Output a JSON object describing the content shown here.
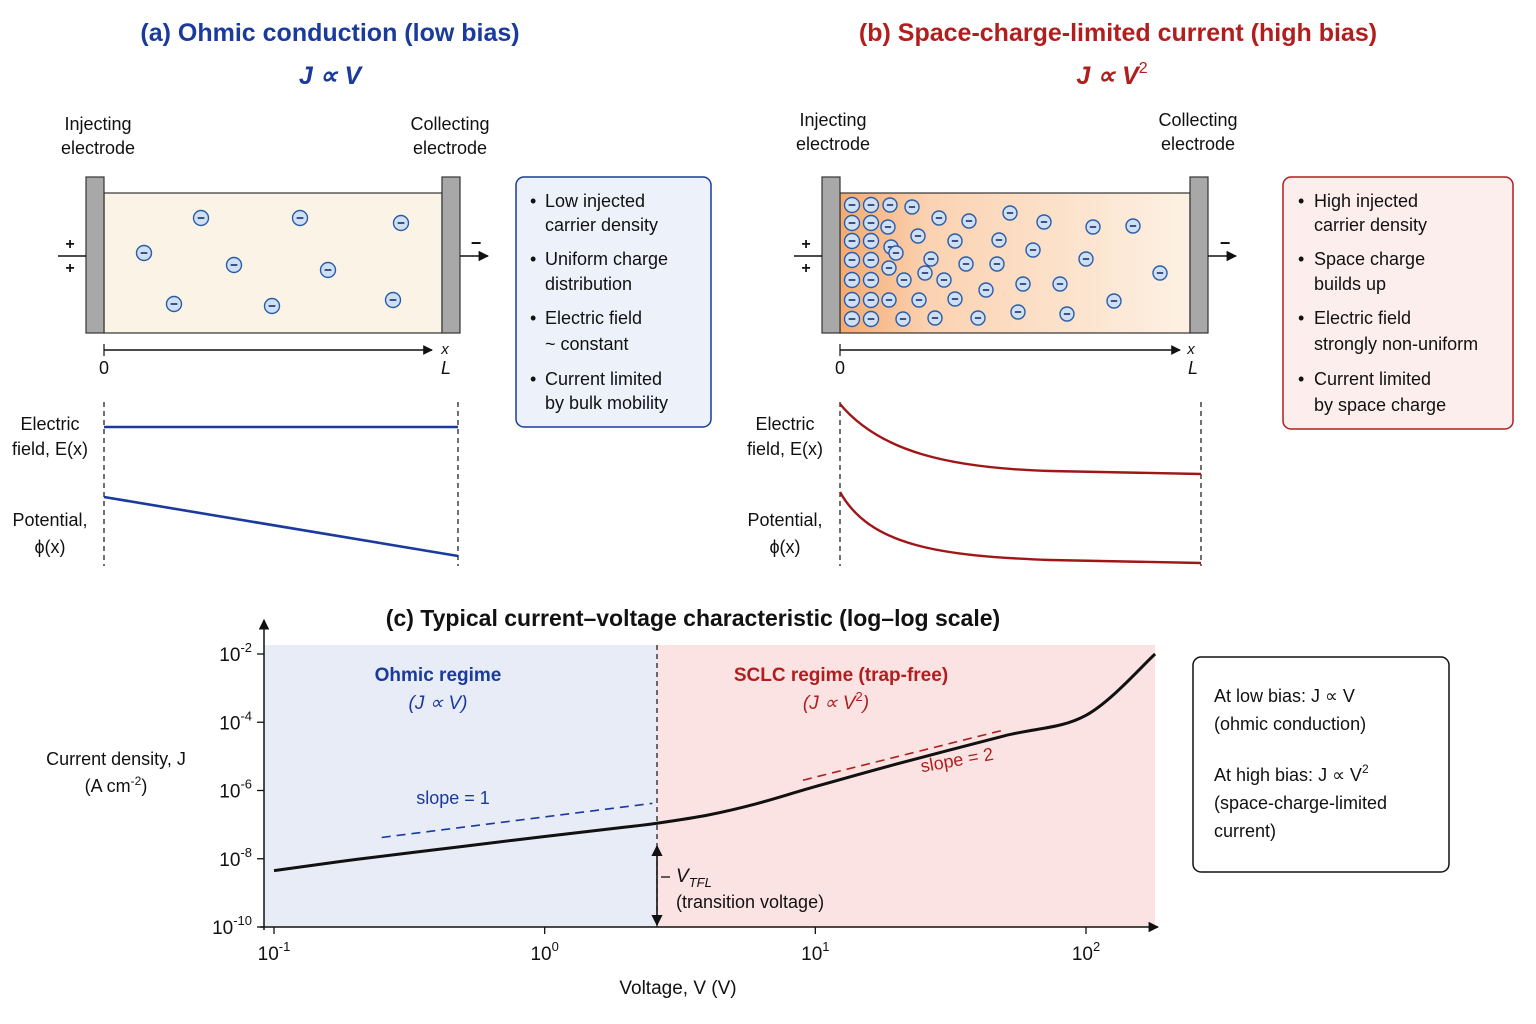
{
  "colors": {
    "blue": "#1a3a9c",
    "red": "#b01e1e",
    "electrode": "#a8a8a8",
    "bulk_a": "#fbf4e6",
    "bulk_b_edge": "#f5a96f",
    "bulk_b_far": "#fdf1e4",
    "ion_fill": "#cfe0f5",
    "ion_stroke": "#2a5ba8",
    "ohmic_region": "#e7ecf6",
    "sclc_region": "#fbe3e3",
    "box_a_bg": "#edf2fa",
    "box_b_bg": "#fdeeee"
  },
  "panel_a": {
    "title": "(a) Ohmic conduction (low bias)",
    "formula": "J ∝ V",
    "injecting_label": [
      "Injecting",
      "electrode"
    ],
    "collecting_label": [
      "Collecting",
      "electrode"
    ],
    "plus_sign": "+",
    "minus_sign": "−",
    "axis_x": "x",
    "axis_origin": "0",
    "axis_end": "L",
    "field_label": [
      "Electric",
      "field, E(x)"
    ],
    "potential_label": [
      "Potential,",
      "ϕ(x)"
    ],
    "bullets": [
      [
        "Low injected",
        "carrier density"
      ],
      [
        "Uniform charge",
        "distribution"
      ],
      [
        "Electric field",
        "~ constant"
      ],
      [
        "Current limited",
        "by bulk mobility"
      ]
    ]
  },
  "panel_b": {
    "title": "(b) Space-charge-limited current (high bias)",
    "formula": "J ∝ V",
    "formula_exp": "2",
    "injecting_label": [
      "Injecting",
      "electrode"
    ],
    "collecting_label": [
      "Collecting",
      "electrode"
    ],
    "plus_sign": "+",
    "minus_sign": "−",
    "axis_x": "x",
    "axis_origin": "0",
    "axis_end": "L",
    "field_label": [
      "Electric",
      "field, E(x)"
    ],
    "potential_label": [
      "Potential,",
      "ϕ(x)"
    ],
    "bullets": [
      [
        "High injected",
        "carrier density"
      ],
      [
        "Space charge",
        "builds up"
      ],
      [
        "Electric field",
        "strongly non-uniform"
      ],
      [
        "Current limited",
        "by space charge"
      ]
    ]
  },
  "panel_c": {
    "title": "(c) Typical current–voltage characteristic (log–log scale)",
    "ylabel_line1": "Current density, J",
    "ylabel_line2": "(A cm",
    "ylabel_exp": "-2",
    "ylabel_close": ")",
    "xlabel": "Voltage, V (V)",
    "ohmic_title": "Ohmic regime",
    "ohmic_formula": "(J ∝ V)",
    "sclc_title": "SCLC regime (trap-free)",
    "sclc_formula": "(J ∝ V",
    "sclc_formula_exp": "2",
    "sclc_formula_close": ")",
    "slope1": "slope = 1",
    "slope2": "slope = 2",
    "vtfl_main": "V",
    "vtfl_sub": "TFL",
    "vtfl_desc": "(transition voltage)",
    "info": {
      "low_line1": "At low bias:  J ∝ V",
      "low_line2": "(ohmic conduction)",
      "high_line1": "At high bias:  J ∝ V",
      "high_exp": "2",
      "high_line2": "(space-charge-limited",
      "high_line3": "current)"
    }
  },
  "chart_data": {
    "type": "line",
    "title": "(c) Typical current–voltage characteristic (log–log scale)",
    "xlabel": "Voltage, V (V)",
    "ylabel": "Current density, J (A cm-2)",
    "xscale": "log",
    "yscale": "log",
    "xlim": [
      0.1,
      200
    ],
    "ylim": [
      1e-10,
      0.01
    ],
    "x_ticks": [
      {
        "base": "10",
        "exp": "-1",
        "value": 0.1
      },
      {
        "base": "10",
        "exp": "0",
        "value": 1
      },
      {
        "base": "10",
        "exp": "1",
        "value": 10
      },
      {
        "base": "10",
        "exp": "2",
        "value": 100
      }
    ],
    "y_ticks": [
      {
        "base": "10",
        "exp": "-10",
        "value": 1e-10
      },
      {
        "base": "10",
        "exp": "-8",
        "value": 1e-08
      },
      {
        "base": "10",
        "exp": "-6",
        "value": 1e-06
      },
      {
        "base": "10",
        "exp": "-4",
        "value": 0.0001
      },
      {
        "base": "10",
        "exp": "-2",
        "value": 0.01
      }
    ],
    "transition_voltage": 2.6,
    "series": [
      {
        "name": "",
        "x": [
          0.1,
          0.2,
          0.5,
          1.0,
          2.0,
          2.6,
          4.0,
          6.0,
          10,
          20,
          50,
          100,
          180
        ],
        "y": [
          4.5e-09,
          9.5e-09,
          2.3e-08,
          4.5e-08,
          8.5e-08,
          1.1e-07,
          1.9e-07,
          4e-07,
          1.3e-06,
          6e-06,
          4e-05,
          0.00016,
          0.01
        ]
      }
    ],
    "guides": [
      {
        "label": "slope = 1",
        "x": [
          0.25,
          2.5
        ],
        "y": [
          4.2e-08,
          4.2e-07
        ]
      },
      {
        "label": "slope = 2",
        "x": [
          9.0,
          50.0
        ],
        "y": [
          2e-06,
          6e-05
        ]
      }
    ]
  }
}
